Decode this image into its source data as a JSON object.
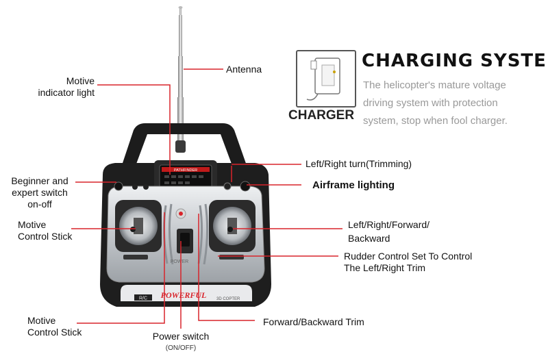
{
  "charging": {
    "title": "CHARGING SYSTEM",
    "desc_line1": "The helicopter's mature voltage",
    "desc_line2": "driving system with protection",
    "desc_line3": "system, stop when fool charger.",
    "charger_label": "CHARGER"
  },
  "labels": {
    "antenna": "Antenna",
    "motive_indicator_1": "Motive",
    "motive_indicator_2": "indicator light",
    "beginner_1": "Beginner and",
    "beginner_2": "expert switch",
    "beginner_3": "on-off",
    "motive_stick_1": "Motive",
    "motive_stick_2": "Control Stick",
    "lr_turn": "Left/Right turn(Trimming)",
    "airframe": "Airframe lighting",
    "lrfb_1": "Left/Right/Forward/",
    "lrfb_2": "Backward",
    "rudder_1": "Rudder Control Set To Control",
    "rudder_2": "The Left/Right Trim",
    "motive_stick_bottom_1": "Motive",
    "motive_stick_bottom_2": "Control Stick",
    "forward_trim": "Forward/Backward Trim",
    "power_switch": "Power switch",
    "power_onoff": "(ON/OFF)"
  },
  "device": {
    "brand": "POWERFUL",
    "model": "3D COPTER",
    "rc": "R/C",
    "screen_text": "PATHFINDER",
    "power_text": "POWER"
  },
  "colors": {
    "leader": "#d8232a",
    "body_dark": "#1e1e1e",
    "body_silver": "#c9cdd1"
  }
}
